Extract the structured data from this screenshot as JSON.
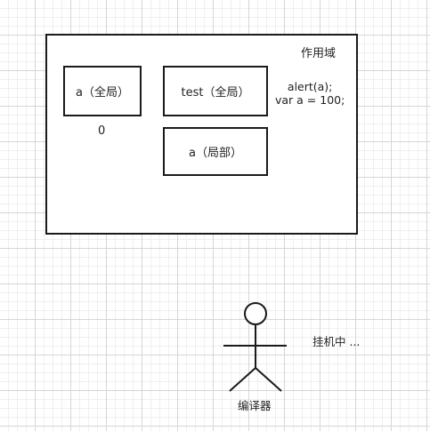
{
  "scope": {
    "title": "作用域",
    "global_var": "a（全局）",
    "global_var_value": "0",
    "function": "test（全局）",
    "local_var": "a（局部）",
    "code_lines": [
      "alert(a);",
      "var a = 100;"
    ]
  },
  "actor": {
    "name": "编译器",
    "status": "挂机中 ..."
  }
}
